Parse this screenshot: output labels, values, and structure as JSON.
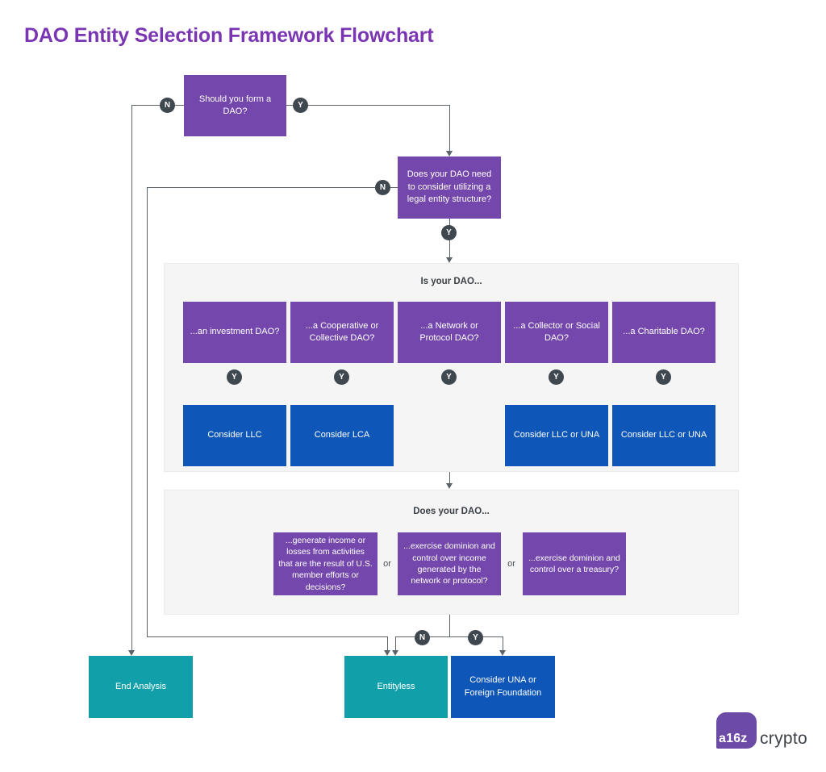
{
  "title": "DAO Entity Selection Framework Flowchart",
  "yn": {
    "y": "Y",
    "n": "N"
  },
  "flow": {
    "q1": {
      "label": "Should you form a DAO?"
    },
    "q2": {
      "label": "Does your DAO need to consider utilizing a legal entity structure?"
    },
    "panel1": {
      "heading": "Is your DAO...",
      "questions": [
        {
          "label": "...an investment DAO?"
        },
        {
          "label": "...a Cooperative or Collective DAO?"
        },
        {
          "label": "...a Network or Protocol DAO?"
        },
        {
          "label": "...a Collector or Social DAO?"
        },
        {
          "label": "...a Charitable DAO?"
        }
      ],
      "answers": [
        {
          "label": "Consider LLC"
        },
        {
          "label": "Consider LCA"
        },
        {
          "label": "Consider LLC or UNA"
        },
        {
          "label": "Consider LLC or UNA"
        }
      ]
    },
    "panel2": {
      "heading": "Does your DAO...",
      "or": "or",
      "questions": [
        {
          "label": "...generate income or losses from activities that are the result of U.S. member efforts or decisions?"
        },
        {
          "label": "...exercise dominion and control over income generated by the network or protocol?"
        },
        {
          "label": "...exercise dominion and control over a treasury?"
        }
      ]
    },
    "outcomes": {
      "end_analysis": {
        "label": "End Analysis"
      },
      "entityless": {
        "label": "Entityless"
      },
      "una": {
        "label": "Consider UNA or Foreign Foundation"
      }
    }
  },
  "logo": {
    "badge": "a16z",
    "wordmark": "crypto"
  },
  "colors": {
    "question_purple": "#7347ab",
    "answer_blue": "#0e56b8",
    "terminal_teal": "#11a0a9",
    "title_purple": "#7a35b2",
    "connector_gray": "#5d6469",
    "circle_dark": "#3f474f",
    "panel_gray": "#f5f5f5"
  }
}
